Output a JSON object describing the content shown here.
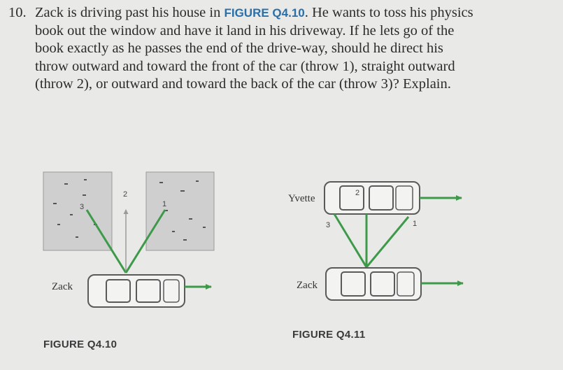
{
  "problem": {
    "number": "10.",
    "text_before": "Zack is driving past his house in ",
    "figure_ref": "FIGURE Q4.10",
    "text_after": ". He wants to toss his physics book out the window and have it land in his driveway. If he lets go of the book exactly as he passes the end of the drive-way, should he direct his throw outward and toward the front of the car (throw 1), straight outward (throw 2), or outward and toward the back of the car (throw 3)? Explain."
  },
  "figure_q410": {
    "caption": "FIGURE Q4.10",
    "driver_label": "Zack",
    "throw_labels": [
      "1",
      "2",
      "3"
    ]
  },
  "figure_q411": {
    "caption": "FIGURE Q4.11",
    "top_driver_label": "Yvette",
    "bottom_driver_label": "Zack",
    "throw_labels": [
      "1",
      "2",
      "3"
    ]
  },
  "colors": {
    "arrow_green": "#3e9a4a",
    "car_outline": "#5a5a5a",
    "figure_ref": "#2a6fa8"
  }
}
